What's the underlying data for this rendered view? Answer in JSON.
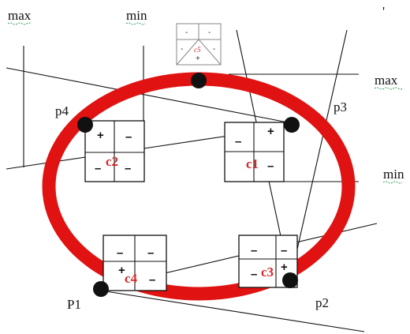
{
  "labels": {
    "max_top_left": "max",
    "min_top": "min",
    "max_right": "max",
    "min_right": "min",
    "p1": "P1",
    "p2": "p2",
    "p3": "p3",
    "p4": "p4",
    "tick": "'"
  },
  "cells": [
    {
      "name": "c1",
      "signs": [
        "",
        "+",
        "–",
        "–"
      ]
    },
    {
      "name": "c2",
      "signs": [
        "+",
        "–",
        "–",
        "–"
      ]
    },
    {
      "name": "c3",
      "signs": [
        "–",
        "–",
        "–",
        "+"
      ]
    },
    {
      "name": "c4",
      "signs": [
        "–",
        "–",
        "+",
        "–"
      ]
    },
    {
      "name": "c5",
      "signs": [
        "-",
        "-",
        "-",
        "-",
        "+"
      ]
    }
  ],
  "colors": {
    "ring": "#e01212",
    "ink": "#111111",
    "cell_label": "#d42a2a",
    "spellcheck": "#2e9a5a"
  }
}
